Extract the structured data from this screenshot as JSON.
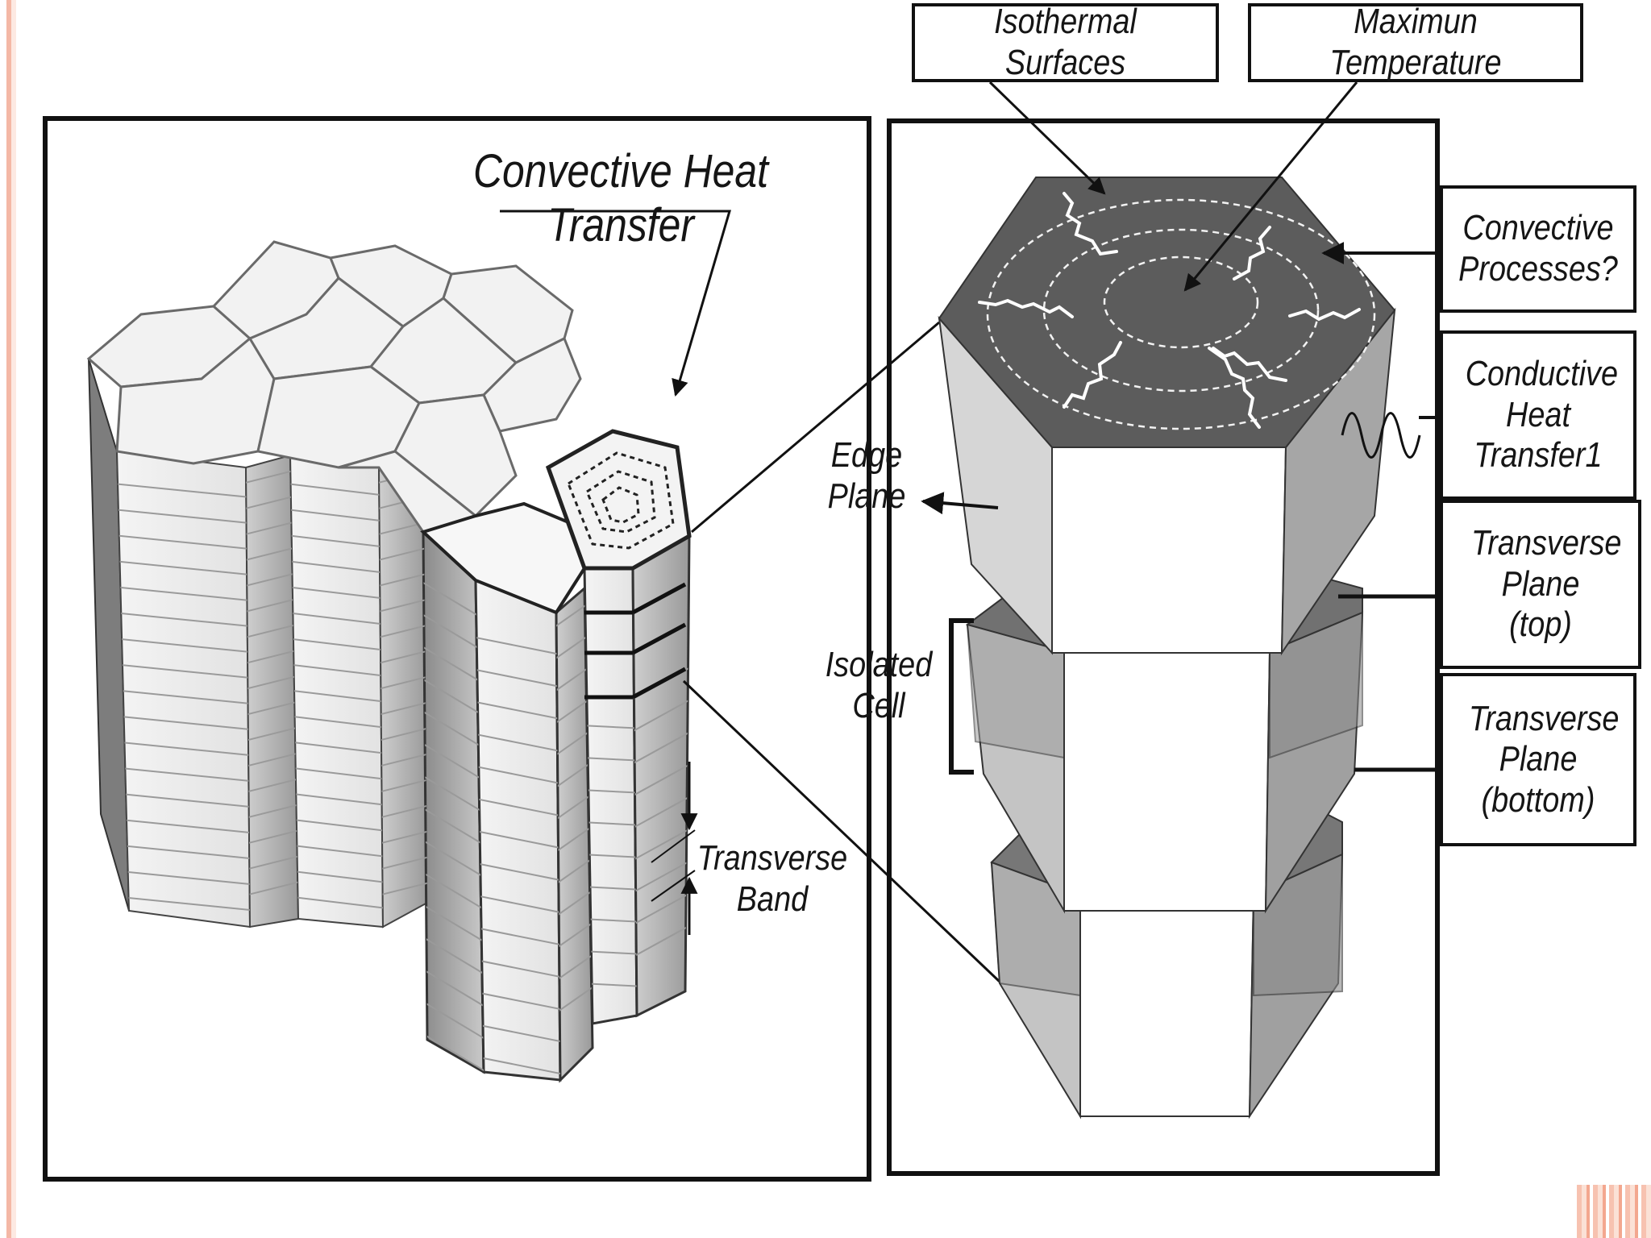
{
  "labels": {
    "convective_heat_transfer": "Convective Heat Transfer",
    "transverse_band": "Transverse Band",
    "isothermal_surfaces": "Isothermal Surfaces",
    "maximum_temperature": "Maximun Temperature",
    "convective_processes": "Convective Processes?",
    "conductive_heat_transfer": "Conductive Heat Transfer1",
    "transverse_plane_top": "Transverse Plane (top)",
    "transverse_plane_bottom": "Transverse Plane (bottom)",
    "edge_plane": "Edge Plane",
    "isolated_cell": "Isolated Cell"
  },
  "colors": {
    "ink": "#111111",
    "hex_top_dark": "#5c5c5c",
    "band_dark": "#707070",
    "face_light": "#d9d9d9",
    "face_mid": "#a9a9a9",
    "face_white": "#ffffff",
    "slide_accent": "#f4b8a6"
  }
}
